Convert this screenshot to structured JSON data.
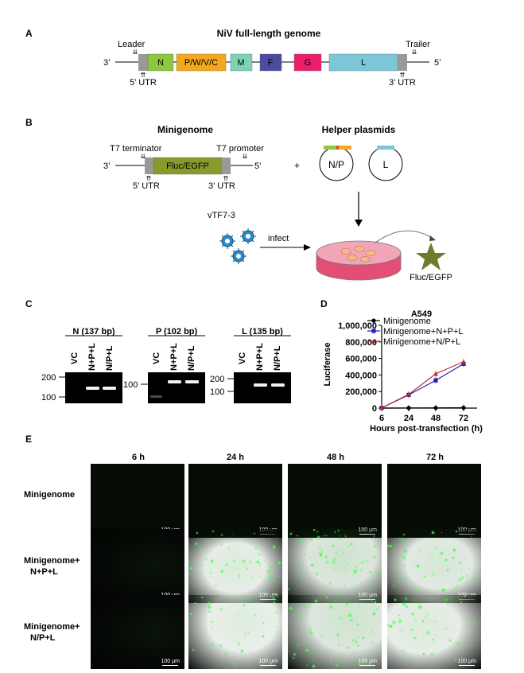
{
  "panel_letters": {
    "a": "A",
    "b": "B",
    "c": "C",
    "d": "D",
    "e": "E"
  },
  "panelA": {
    "title": "NiV full-length genome",
    "end3": "3’",
    "end5": "5’",
    "leader": "Leader",
    "trailer": "Trailer",
    "utr5": "5’ UTR",
    "utr3": "3’ UTR",
    "genes": [
      "N",
      "P/W/V/C",
      "M",
      "F",
      "G",
      "L"
    ],
    "gene_colors": {
      "N": "#8dc63f",
      "P/W/V/C": "#f4a81d",
      "M": "#7fd3b4",
      "F": "#4b4ba0",
      "G": "#ec1d6b",
      "L": "#7cc6d8",
      "utr": "#999999"
    }
  },
  "panelB": {
    "minigenome_title": "Minigenome",
    "helper_title": "Helper plasmids",
    "t7_terminator": "T7 terminator",
    "t7_promoter": "T7 promoter",
    "end3": "3’",
    "end5": "5’",
    "reporter": "Fluc/EGFP",
    "utr5": "5’ UTR",
    "utr3": "3’ UTR",
    "plus": "+",
    "plasmid_np": "N/P",
    "plasmid_l": "L",
    "virus": "vTF7-3",
    "infect": "infect",
    "output": "Fluc/EGFP",
    "reporter_color": "#8a9a2a"
  },
  "panelC": {
    "gels": [
      {
        "title": "N (137 bp)",
        "lanes": [
          "VC",
          "N+P+L",
          "N/P+L"
        ],
        "markers": [
          "200",
          "100"
        ]
      },
      {
        "title": "P (102 bp)",
        "lanes": [
          "VC",
          "N+P+L",
          "N/P+L"
        ],
        "markers": [
          "100"
        ]
      },
      {
        "title": "L (135 bp)",
        "lanes": [
          "VC",
          "N+P+L",
          "N/P+L"
        ],
        "markers": [
          "200",
          "100"
        ]
      }
    ]
  },
  "panelE": {
    "timepoints": [
      "6 h",
      "24 h",
      "48 h",
      "72 h"
    ],
    "rows": [
      {
        "label1": "Minigenome",
        "label2": ""
      },
      {
        "label1": "Minigenome+",
        "label2": "N+P+L"
      },
      {
        "label1": "Minigenome+",
        "label2": "N/P+L"
      }
    ],
    "scale_bar": "100 μm",
    "relative_signal": [
      [
        0,
        0,
        0,
        0
      ],
      [
        0,
        0.7,
        0.9,
        0.8
      ],
      [
        0,
        0.6,
        0.9,
        0.7
      ]
    ]
  },
  "chart_data": {
    "type": "line",
    "title": "A549",
    "xlabel": "Hours post-transfection (h)",
    "ylabel": "Luciferase",
    "x": [
      6,
      24,
      48,
      72
    ],
    "x_ticks": [
      "6",
      "24",
      "48",
      "72"
    ],
    "y_ticks": [
      "0",
      "200,000",
      "400,000",
      "600,000",
      "800,000",
      "1,000,000"
    ],
    "ylim": [
      0,
      1000000
    ],
    "legend_position": "top-right",
    "series": [
      {
        "name": "Minigenome",
        "values": [
          0,
          1000,
          3000,
          5000
        ],
        "color": "#000000",
        "marker": "circle"
      },
      {
        "name": "Minigenome+N+P+L",
        "values": [
          2000,
          160000,
          335000,
          535000
        ],
        "color": "#1f1fbf",
        "marker": "square"
      },
      {
        "name": "Minigenome+N/P+L",
        "values": [
          2000,
          165000,
          415000,
          560000
        ],
        "color": "#c1272d",
        "marker": "triangle"
      }
    ]
  }
}
